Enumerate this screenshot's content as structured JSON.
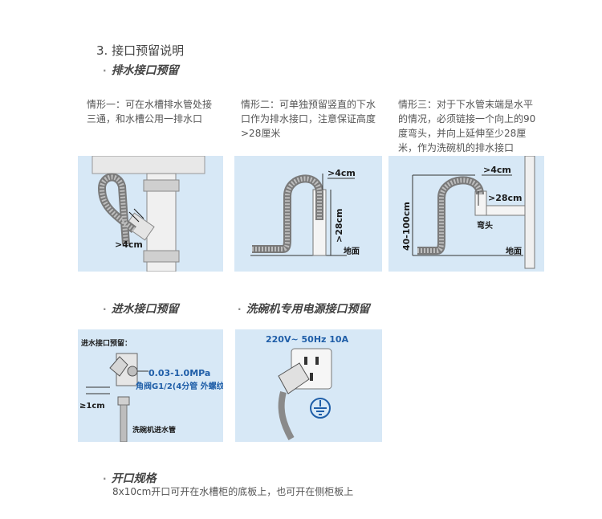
{
  "heading": "3. 接口预留说明",
  "drain": {
    "title": "排水接口预留",
    "cases": [
      {
        "text": "情形一：可在水槽排水管处接三通，和水槽公用一排水口",
        "label_gap": ">4cm"
      },
      {
        "text": "情形二：可单独预留竖直的下水口作为排水接口，注意保证高度>28厘米",
        "label_gap": ">4cm",
        "label_height": ">28cm",
        "label_floor": "地面"
      },
      {
        "text": "情形三：对于下水管末端是水平的情况，必须链接一个向上的90度弯头，并向上延伸至少28厘米，作为洗碗机的排水接口",
        "label_gap": ">4cm",
        "label_height": ">28cm",
        "label_range": "40-100cm",
        "label_elbow": "弯头",
        "label_floor": "地面"
      }
    ]
  },
  "inlet": {
    "title": "进水接口预留",
    "diagram_title": "进水接口预留：",
    "pressure": "0.03-1.0MPa",
    "valve": "角阀G1/2(4分管 外螺纹)",
    "min_height": "≥1cm",
    "pipe_label": "洗碗机进水管"
  },
  "power": {
    "title": "洗碗机专用电源接口预留",
    "spec": "220V~ 50Hz 10A"
  },
  "opening": {
    "title": "开口规格",
    "text": "8x10cm开口可开在水槽柜的底板上，也可开在侧柜板上"
  },
  "bullet": "·",
  "colors": {
    "panel_bg": "#d7e8f6",
    "accent_blue": "#1f5ea8",
    "pipe_gray": "#8a8a8a"
  }
}
